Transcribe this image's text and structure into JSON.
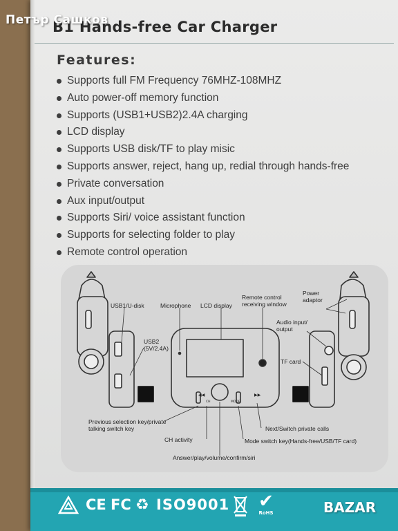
{
  "watermark": "Петър Сашков",
  "box": {
    "title": "B1 Hands-free Car Charger",
    "features_heading": "Features:",
    "features": [
      "Supports full FM Frequency 76MHZ-108MHZ",
      "Auto power-off memory function",
      "Supports (USB1+USB2)2.4A charging",
      "LCD display",
      "Supports USB disk/TF to play misic",
      "Supports answer, reject, hang up, redial through hands-free",
      "Private conversation",
      "Aux input/output",
      "Supports Siri/ voice assistant function",
      "Supports for selecting folder to play",
      "Remote control operation"
    ]
  },
  "diagram": {
    "labels": {
      "usb1": "USB1/U-disk",
      "usb2": "USB2\n(5V/2.4A)",
      "microphone": "Microphone",
      "lcd": "LCD display",
      "remote": "Remote control\nreceiving window",
      "power": "Power\nadaptor",
      "audio": "Audio input/\noutput",
      "tf": "TF card",
      "prev": "Previous selection key/private\ntalking switch key",
      "ch": "CH activity",
      "answer": "Answer/play/volume/confirm/siri",
      "mode": "Mode switch key(Hands-free/USB/TF card)",
      "next": "Next/Switch private calls",
      "btn_ch": "CH",
      "btn_mode": "MODE"
    }
  },
  "certifications": {
    "ce": "CE",
    "fc": "FC",
    "iso": "ISO9001",
    "rohs": "RoHS"
  },
  "bazar_logo": "BAZAR"
}
